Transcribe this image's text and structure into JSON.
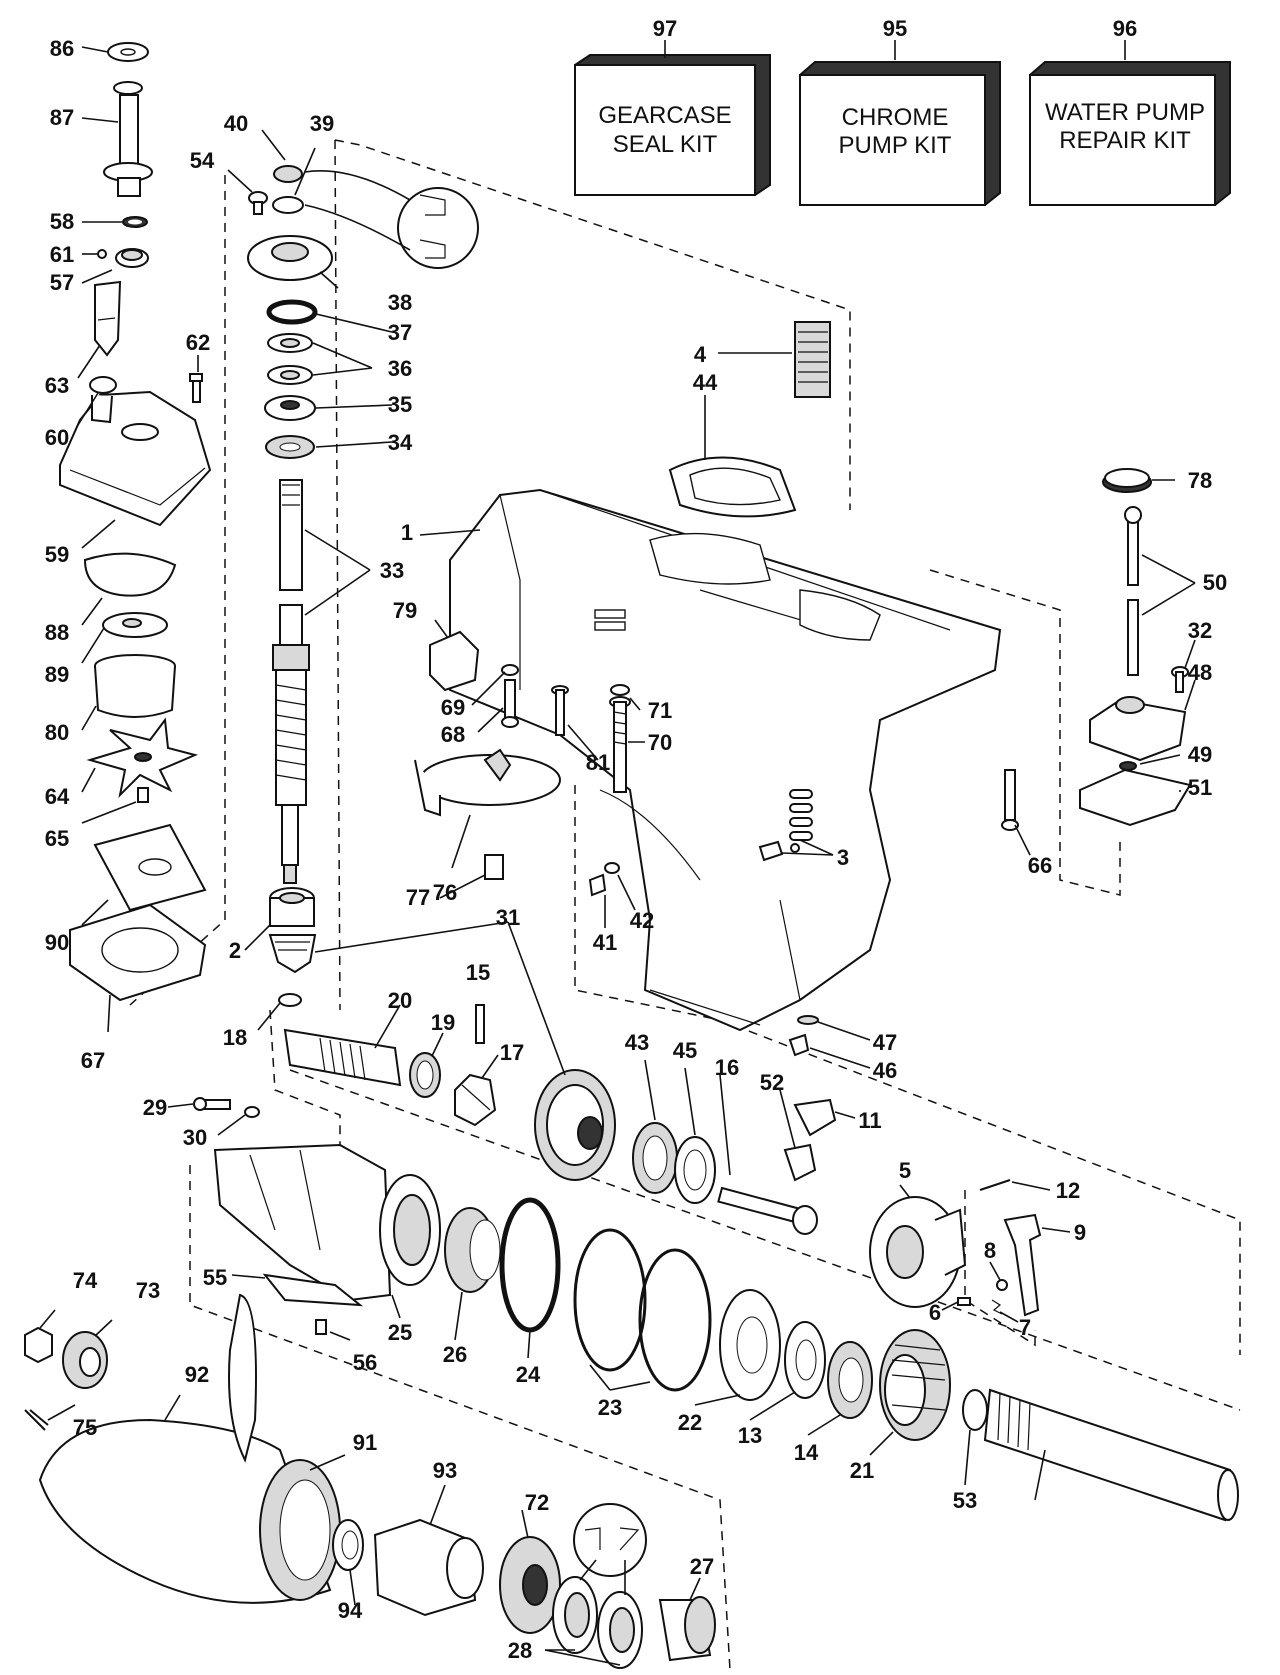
{
  "kits": [
    {
      "number": "97",
      "line1": "GEARCASE",
      "line2": "SEAL KIT"
    },
    {
      "number": "95",
      "line1": "CHROME",
      "line2": "PUMP KIT"
    },
    {
      "number": "96",
      "line1": "WATER PUMP",
      "line2": "REPAIR KIT"
    }
  ],
  "callouts": [
    "86",
    "87",
    "40",
    "39",
    "54",
    "58",
    "61",
    "57",
    "38",
    "37",
    "36",
    "35",
    "34",
    "62",
    "63",
    "60",
    "59",
    "33",
    "88",
    "89",
    "80",
    "64",
    "65",
    "90",
    "67",
    "2",
    "31",
    "15",
    "18",
    "20",
    "19",
    "17",
    "29",
    "30",
    "55",
    "56",
    "25",
    "26",
    "24",
    "23",
    "22",
    "13",
    "14",
    "21",
    "53",
    "74",
    "73",
    "92",
    "75",
    "91",
    "93",
    "72",
    "94",
    "27",
    "28",
    "1",
    "4",
    "44",
    "79",
    "69",
    "68",
    "81",
    "71",
    "70",
    "76",
    "77",
    "3",
    "66",
    "41",
    "42",
    "47",
    "46",
    "43",
    "45",
    "16",
    "52",
    "11",
    "5",
    "12",
    "9",
    "8",
    "6",
    "7",
    "78",
    "50",
    "32",
    "48",
    "49",
    "51"
  ]
}
